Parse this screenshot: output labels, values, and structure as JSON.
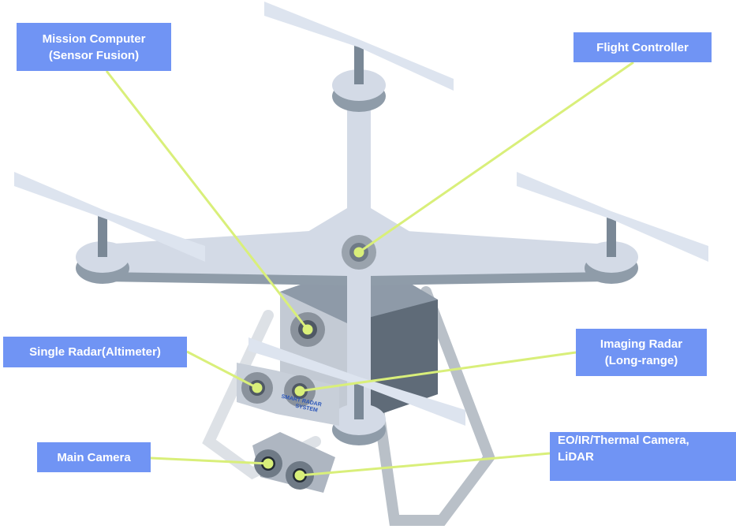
{
  "labels": {
    "mission_computer": "Mission Computer\n(Sensor Fusion)",
    "mission_computer_l1": "Mission Computer",
    "mission_computer_l2": "(Sensor Fusion)",
    "flight_controller": "Flight Controller",
    "single_radar": "Single Radar(Altimeter)",
    "imaging_radar_l1": "Imaging Radar",
    "imaging_radar_l2": "(Long-range)",
    "main_camera": "Main Camera",
    "eo_ir_l1": "EO/IR/Thermal Camera,",
    "eo_ir_l2": "LiDAR"
  },
  "module_brand": {
    "l1": "SMART RADAR",
    "l2": "SYSTEM"
  },
  "colors": {
    "label_bg": "#7094f4",
    "leader": "#d9ef7a",
    "body": "#d3dae6",
    "shadow": "#9aa6b3"
  }
}
